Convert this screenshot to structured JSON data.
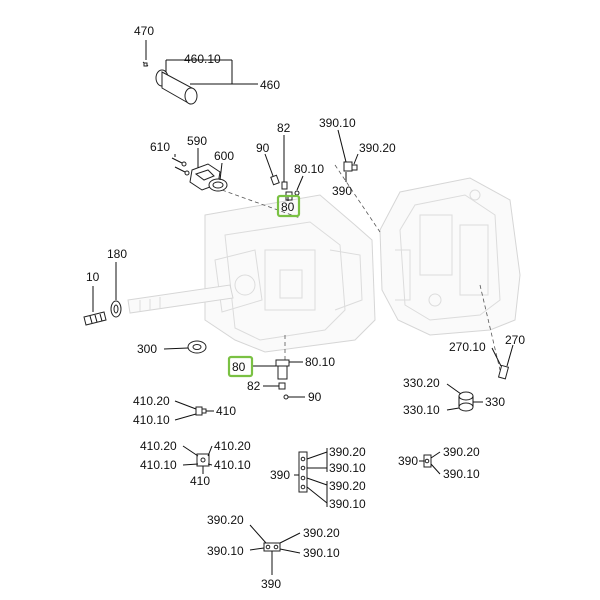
{
  "labels": {
    "p470": "470",
    "p460_10": "460.10",
    "p460": "460",
    "p610": "610",
    "p590": "590",
    "p600": "600",
    "p82_top": "82",
    "p90_top": "90",
    "p80_10_top": "80.10",
    "p80_top": "80",
    "p390_10_top": "390.10",
    "p390_20_top": "390.20",
    "p390_top": "390",
    "p180": "180",
    "p10": "10",
    "p300": "300",
    "p80_mid": "80",
    "p80_10_mid": "80.10",
    "p82_mid": "82",
    "p90_mid": "90",
    "p270_10": "270.10",
    "p270": "270",
    "p330_20": "330.20",
    "p330_10": "330.10",
    "p330": "330",
    "p410_20_a": "410.20",
    "p410_10_a": "410.10",
    "p410_a": "410",
    "p410_20_b_left": "410.20",
    "p410_20_b_right": "410.20",
    "p410_10_b_left": "410.10",
    "p410_10_b_right": "410.10",
    "p410_b": "410",
    "p390_c": "390",
    "p390_20_c1": "390.20",
    "p390_10_c1": "390.10",
    "p390_20_c2": "390.20",
    "p390_10_c2": "390.10",
    "p390_d": "390",
    "p390_20_d": "390.20",
    "p390_10_d": "390.10",
    "p390_20_e_left": "390.20",
    "p390_20_e_right": "390.20",
    "p390_10_e_left": "390.10",
    "p390_10_e_right": "390.10",
    "p390_e": "390"
  },
  "colors": {
    "highlight": "#7ac143",
    "ink": "#111111",
    "ghost": "#d6d6d6"
  }
}
